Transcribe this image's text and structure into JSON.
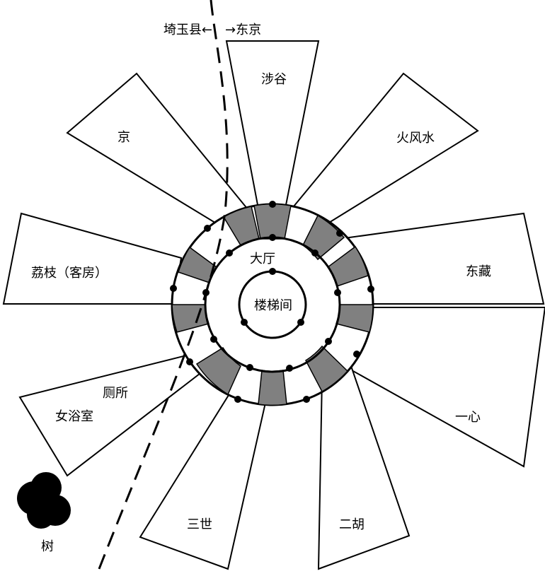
{
  "border_label": "埼玉县←　→东京",
  "rooms": [
    {
      "key": "shibuya",
      "label": "涉谷"
    },
    {
      "key": "hifusui",
      "label": "火风水"
    },
    {
      "key": "tozo",
      "label": "东藏"
    },
    {
      "key": "isshin",
      "label": "一心"
    },
    {
      "key": "niko",
      "label": "二胡"
    },
    {
      "key": "sansei",
      "label": "三世"
    },
    {
      "key": "bath",
      "label": "女浴室",
      "sub_label": "厕所"
    },
    {
      "key": "reishi",
      "label": "荔枝（客房）"
    },
    {
      "key": "kyo",
      "label": "京"
    }
  ],
  "hall_label": "大厅",
  "stair_label": "楼梯间",
  "tree_label": "树",
  "colors": {
    "door": "#808080",
    "line": "#000000",
    "background": "#ffffff"
  }
}
